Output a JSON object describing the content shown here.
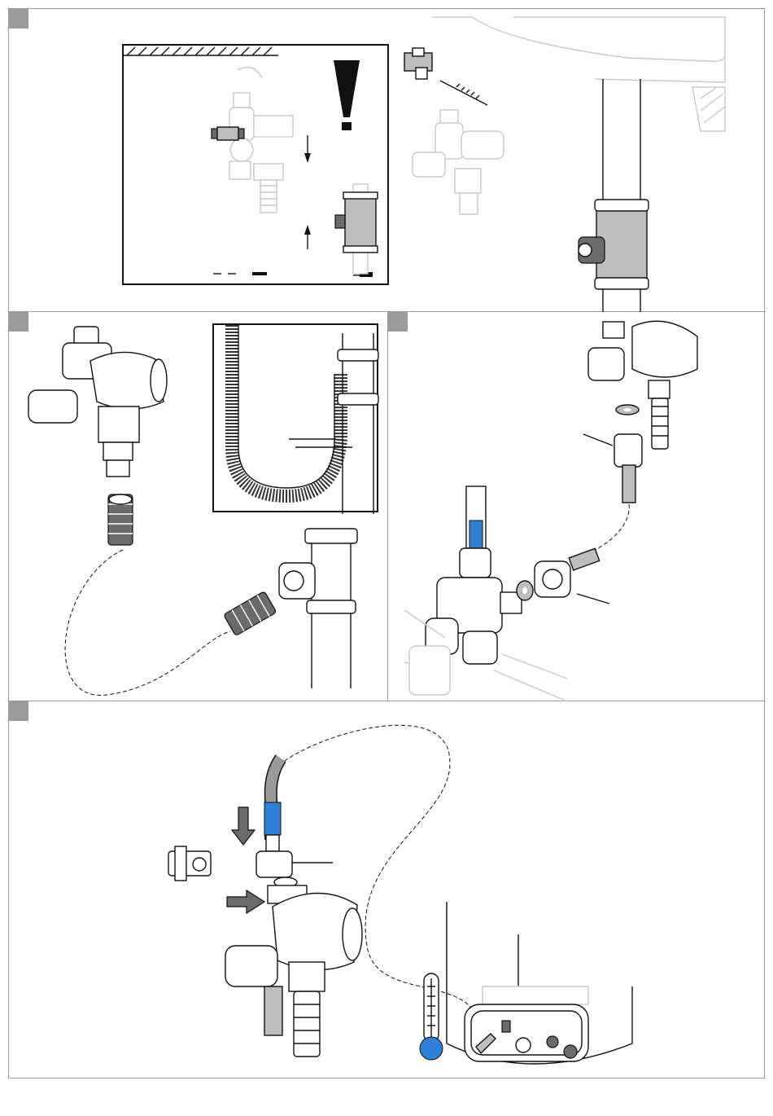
{
  "page": {
    "panels": [
      {
        "id": "step-1"
      },
      {
        "id": "step-2"
      },
      {
        "id": "step-3"
      },
      {
        "id": "step-4"
      }
    ]
  },
  "colors": {
    "frame": "#9a9a9a",
    "step_marker": "#9b9b9b",
    "line_art": "#111111",
    "faded_art": "#c9c9c9",
    "part_grey": "#bdbdbd",
    "water_blue": "#2f7fd6"
  },
  "icons": [
    "warning-exclamation-icon",
    "thermometer-icon",
    "arrow-down-icon",
    "arrow-right-icon"
  ]
}
